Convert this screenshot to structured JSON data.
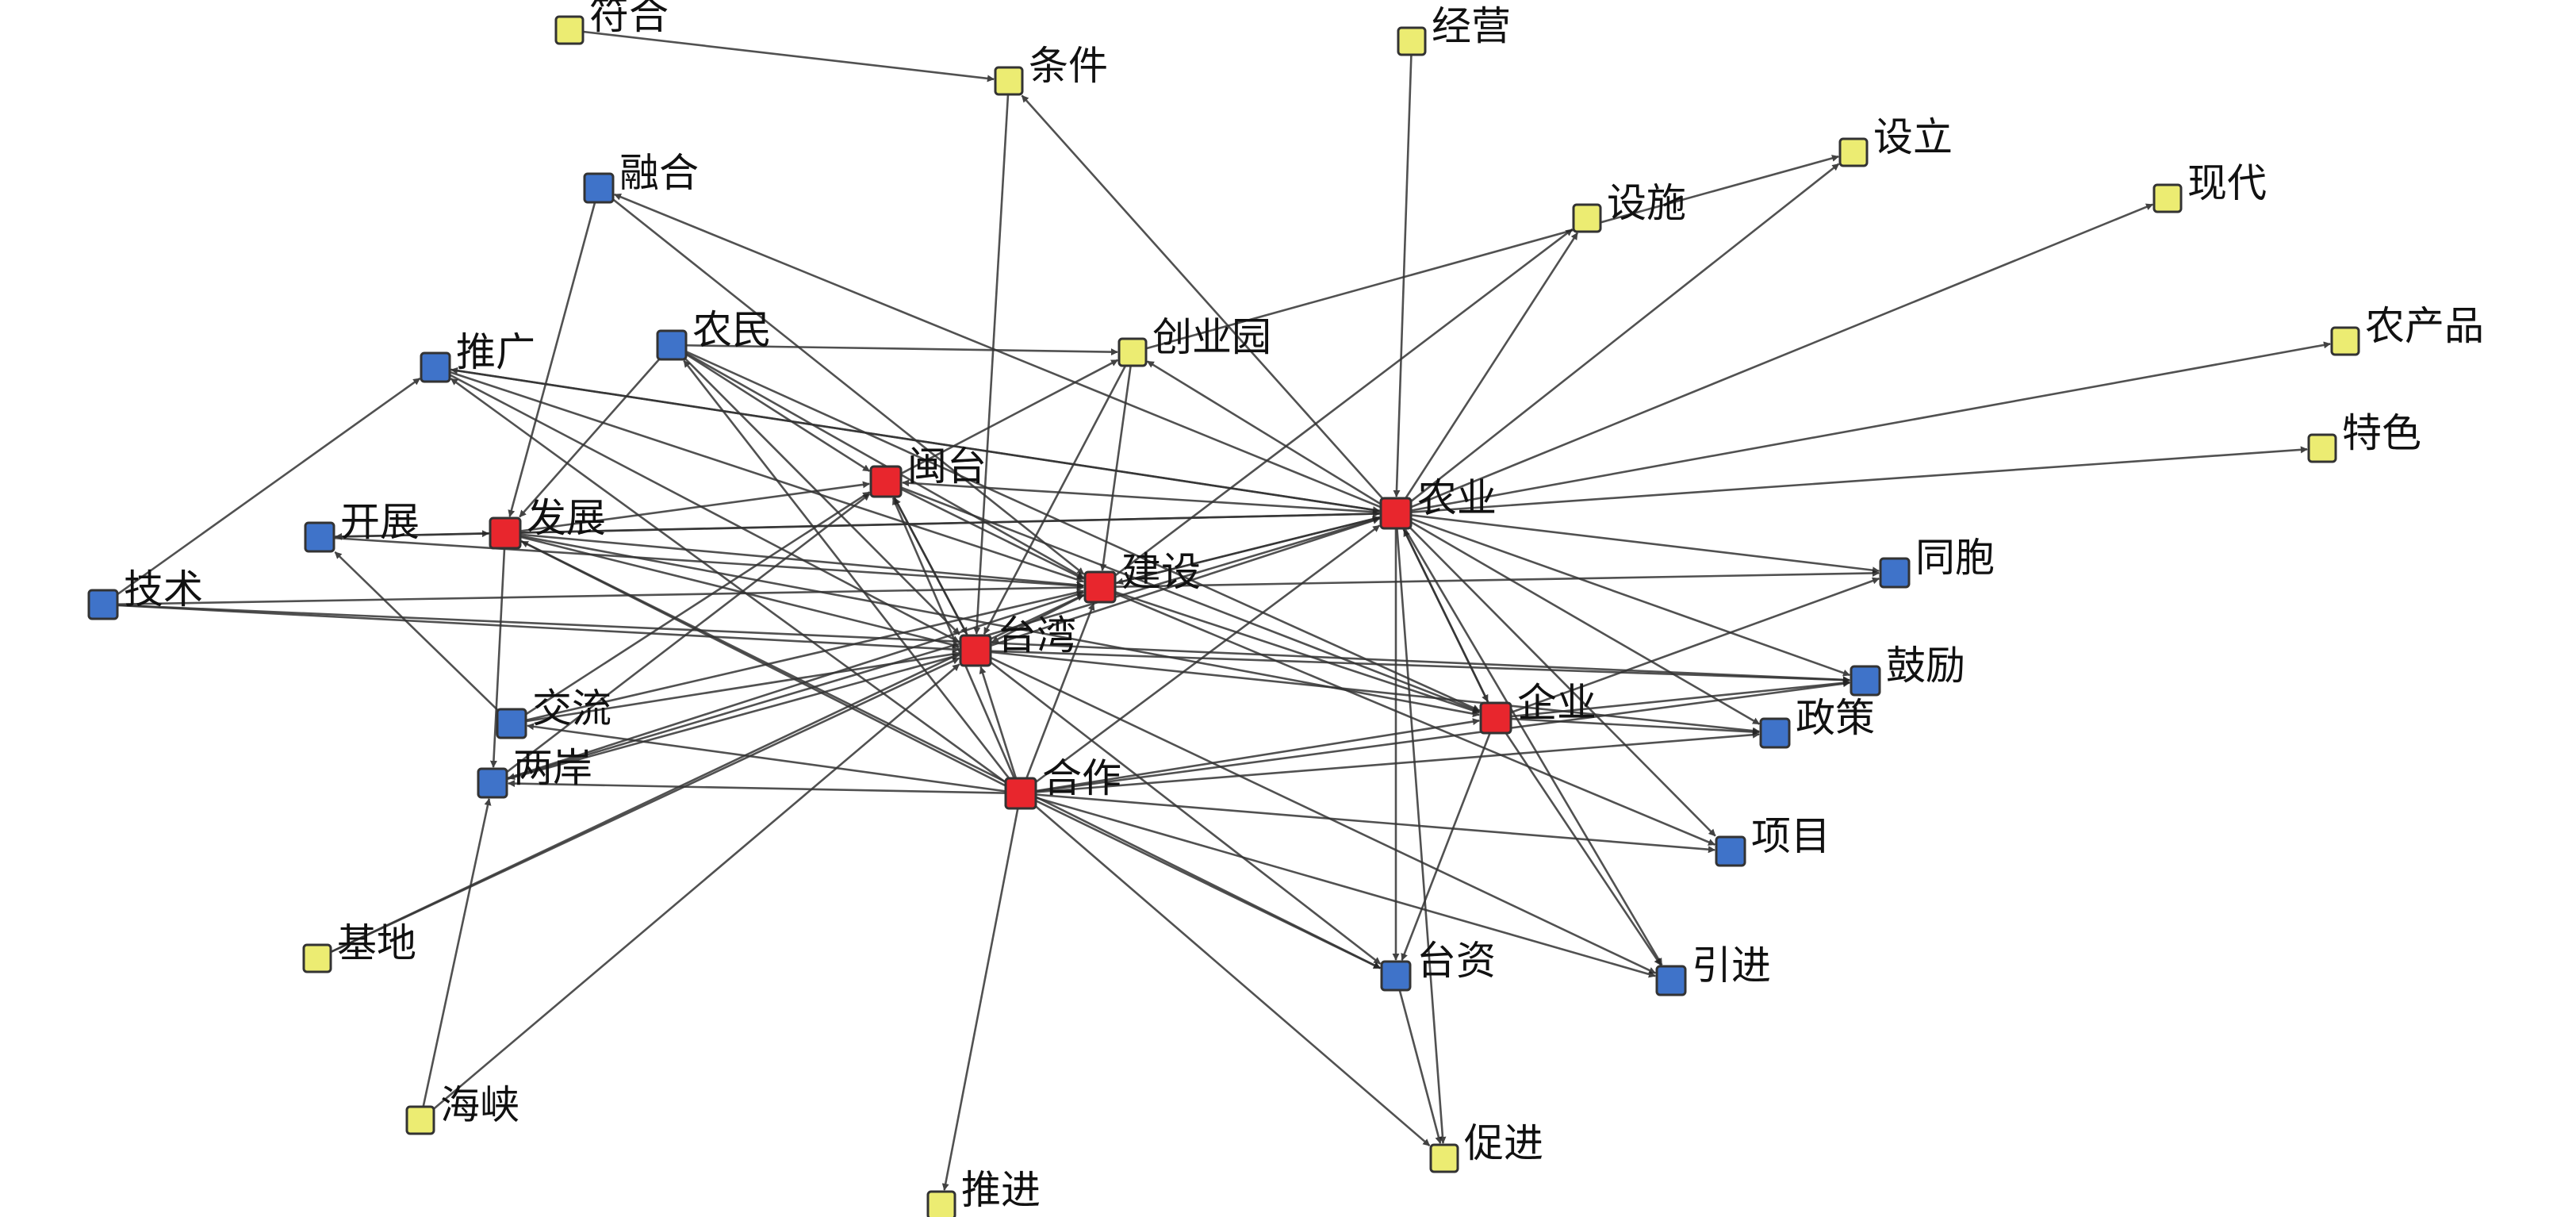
{
  "colors": {
    "core": "#e8262d",
    "secondary": "#3f73c9",
    "peripheral": "#ecec72",
    "edge": "#333333"
  },
  "nodes": [
    {
      "id": "fuhe",
      "label": "符合",
      "group": "peripheral"
    },
    {
      "id": "tiaojian",
      "label": "条件",
      "group": "peripheral"
    },
    {
      "id": "jingying",
      "label": "经营",
      "group": "peripheral"
    },
    {
      "id": "sheli",
      "label": "设立",
      "group": "peripheral"
    },
    {
      "id": "xiandai",
      "label": "现代",
      "group": "peripheral"
    },
    {
      "id": "ronghe",
      "label": "融合",
      "group": "secondary"
    },
    {
      "id": "sheshi",
      "label": "设施",
      "group": "peripheral"
    },
    {
      "id": "nongchanpin",
      "label": "农产品",
      "group": "peripheral"
    },
    {
      "id": "tuiguang",
      "label": "推广",
      "group": "secondary"
    },
    {
      "id": "nongmin",
      "label": "农民",
      "group": "secondary"
    },
    {
      "id": "chuangyeyuan",
      "label": "创业园",
      "group": "peripheral"
    },
    {
      "id": "tese",
      "label": "特色",
      "group": "peripheral"
    },
    {
      "id": "mintai",
      "label": "闽台",
      "group": "core"
    },
    {
      "id": "kaizhan",
      "label": "开展",
      "group": "secondary"
    },
    {
      "id": "fazhan",
      "label": "发展",
      "group": "core"
    },
    {
      "id": "nongye",
      "label": "农业",
      "group": "core"
    },
    {
      "id": "tongbao",
      "label": "同胞",
      "group": "secondary"
    },
    {
      "id": "jishu",
      "label": "技术",
      "group": "secondary"
    },
    {
      "id": "jianshe",
      "label": "建设",
      "group": "core"
    },
    {
      "id": "taiwan",
      "label": "台湾",
      "group": "core"
    },
    {
      "id": "guli",
      "label": "鼓励",
      "group": "secondary"
    },
    {
      "id": "jiaoliu",
      "label": "交流",
      "group": "secondary"
    },
    {
      "id": "qiye",
      "label": "企业",
      "group": "core"
    },
    {
      "id": "zhengce",
      "label": "政策",
      "group": "secondary"
    },
    {
      "id": "liangan",
      "label": "两岸",
      "group": "secondary"
    },
    {
      "id": "hezuo",
      "label": "合作",
      "group": "core"
    },
    {
      "id": "xiangmu",
      "label": "项目",
      "group": "secondary"
    },
    {
      "id": "jidi",
      "label": "基地",
      "group": "peripheral"
    },
    {
      "id": "taizi",
      "label": "台资",
      "group": "secondary"
    },
    {
      "id": "yinjin",
      "label": "引进",
      "group": "secondary"
    },
    {
      "id": "haixia",
      "label": "海峡",
      "group": "peripheral"
    },
    {
      "id": "cujin",
      "label": "促进",
      "group": "peripheral"
    },
    {
      "id": "tuijin",
      "label": "推进",
      "group": "peripheral"
    }
  ],
  "edges": [
    [
      "fuhe",
      "tiaojian"
    ],
    [
      "jingying",
      "nongye"
    ],
    [
      "tiaojian",
      "taiwan"
    ],
    [
      "nongye",
      "tiaojian"
    ],
    [
      "nongye",
      "sheli"
    ],
    [
      "nongye",
      "xiandai"
    ],
    [
      "nongye",
      "nongchanpin"
    ],
    [
      "nongye",
      "tese"
    ],
    [
      "nongye",
      "sheshi"
    ],
    [
      "nongye",
      "ronghe"
    ],
    [
      "nongye",
      "tuiguang"
    ],
    [
      "nongye",
      "chuangyeyuan"
    ],
    [
      "nongye",
      "tongbao"
    ],
    [
      "nongye",
      "guli"
    ],
    [
      "nongye",
      "zhengce"
    ],
    [
      "nongye",
      "xiangmu"
    ],
    [
      "nongye",
      "yinjin"
    ],
    [
      "nongye",
      "taizi"
    ],
    [
      "nongye",
      "qiye"
    ],
    [
      "nongye",
      "jianshe"
    ],
    [
      "nongye",
      "mintai"
    ],
    [
      "nongye",
      "kaizhan"
    ],
    [
      "nongye",
      "liangan"
    ],
    [
      "chuangyeyuan",
      "sheli"
    ],
    [
      "mintai",
      "chuangyeyuan"
    ],
    [
      "nongmin",
      "chuangyeyuan"
    ],
    [
      "chuangyeyuan",
      "jianshe"
    ],
    [
      "chuangyeyuan",
      "taiwan"
    ],
    [
      "jianshe",
      "sheshi"
    ],
    [
      "ronghe",
      "fazhan"
    ],
    [
      "ronghe",
      "jianshe"
    ],
    [
      "nongmin",
      "mintai"
    ],
    [
      "nongmin",
      "taiwan"
    ],
    [
      "nongmin",
      "jianshe"
    ],
    [
      "nongmin",
      "fazhan"
    ],
    [
      "nongmin",
      "qiye"
    ],
    [
      "tuiguang",
      "jianshe"
    ],
    [
      "tuiguang",
      "taiwan"
    ],
    [
      "tuiguang",
      "nongye"
    ],
    [
      "kaizhan",
      "fazhan"
    ],
    [
      "jiaoliu",
      "kaizhan"
    ],
    [
      "kaizhan",
      "jianshe"
    ],
    [
      "fazhan",
      "mintai"
    ],
    [
      "fazhan",
      "nongye"
    ],
    [
      "fazhan",
      "jianshe"
    ],
    [
      "fazhan",
      "taiwan"
    ],
    [
      "fazhan",
      "liangan"
    ],
    [
      "fazhan",
      "qiye"
    ],
    [
      "fazhan",
      "taizi"
    ],
    [
      "jishu",
      "tuiguang"
    ],
    [
      "jishu",
      "jianshe"
    ],
    [
      "jishu",
      "taiwan"
    ],
    [
      "jishu",
      "guli"
    ],
    [
      "mintai",
      "jianshe"
    ],
    [
      "mintai",
      "taiwan"
    ],
    [
      "taiwan",
      "mintai"
    ],
    [
      "mintai",
      "qiye"
    ],
    [
      "jianshe",
      "taiwan"
    ],
    [
      "jianshe",
      "tongbao"
    ],
    [
      "jianshe",
      "nongye"
    ],
    [
      "jianshe",
      "xiangmu"
    ],
    [
      "taiwan",
      "nongye"
    ],
    [
      "taiwan",
      "guli"
    ],
    [
      "taiwan",
      "zhengce"
    ],
    [
      "taiwan",
      "yinjin"
    ],
    [
      "taiwan",
      "taizi"
    ],
    [
      "jiaoliu",
      "taiwan"
    ],
    [
      "jiaoliu",
      "mintai"
    ],
    [
      "jiaoliu",
      "jianshe"
    ],
    [
      "liangan",
      "taiwan"
    ],
    [
      "liangan",
      "mintai"
    ],
    [
      "liangan",
      "jianshe"
    ],
    [
      "hezuo",
      "taiwan"
    ],
    [
      "hezuo",
      "jianshe"
    ],
    [
      "hezuo",
      "mintai"
    ],
    [
      "hezuo",
      "nongye"
    ],
    [
      "hezuo",
      "qiye"
    ],
    [
      "hezuo",
      "guli"
    ],
    [
      "hezuo",
      "zhengce"
    ],
    [
      "hezuo",
      "xiangmu"
    ],
    [
      "hezuo",
      "taizi"
    ],
    [
      "hezuo",
      "yinjin"
    ],
    [
      "hezuo",
      "cujin"
    ],
    [
      "hezuo",
      "tuijin"
    ],
    [
      "hezuo",
      "tuiguang"
    ],
    [
      "hezuo",
      "nongmin"
    ],
    [
      "hezuo",
      "fazhan"
    ],
    [
      "hezuo",
      "liangan"
    ],
    [
      "hezuo",
      "jiaoliu"
    ],
    [
      "qiye",
      "tongbao"
    ],
    [
      "qiye",
      "guli"
    ],
    [
      "qiye",
      "zhengce"
    ],
    [
      "qiye",
      "taizi"
    ],
    [
      "qiye",
      "yinjin"
    ],
    [
      "qiye",
      "nongye"
    ],
    [
      "taizi",
      "cujin"
    ],
    [
      "nongye",
      "cujin"
    ],
    [
      "jidi",
      "taiwan"
    ],
    [
      "jidi",
      "jianshe"
    ],
    [
      "haixia",
      "liangan"
    ],
    [
      "haixia",
      "taiwan"
    ],
    [
      "jianshe",
      "qiye"
    ]
  ]
}
